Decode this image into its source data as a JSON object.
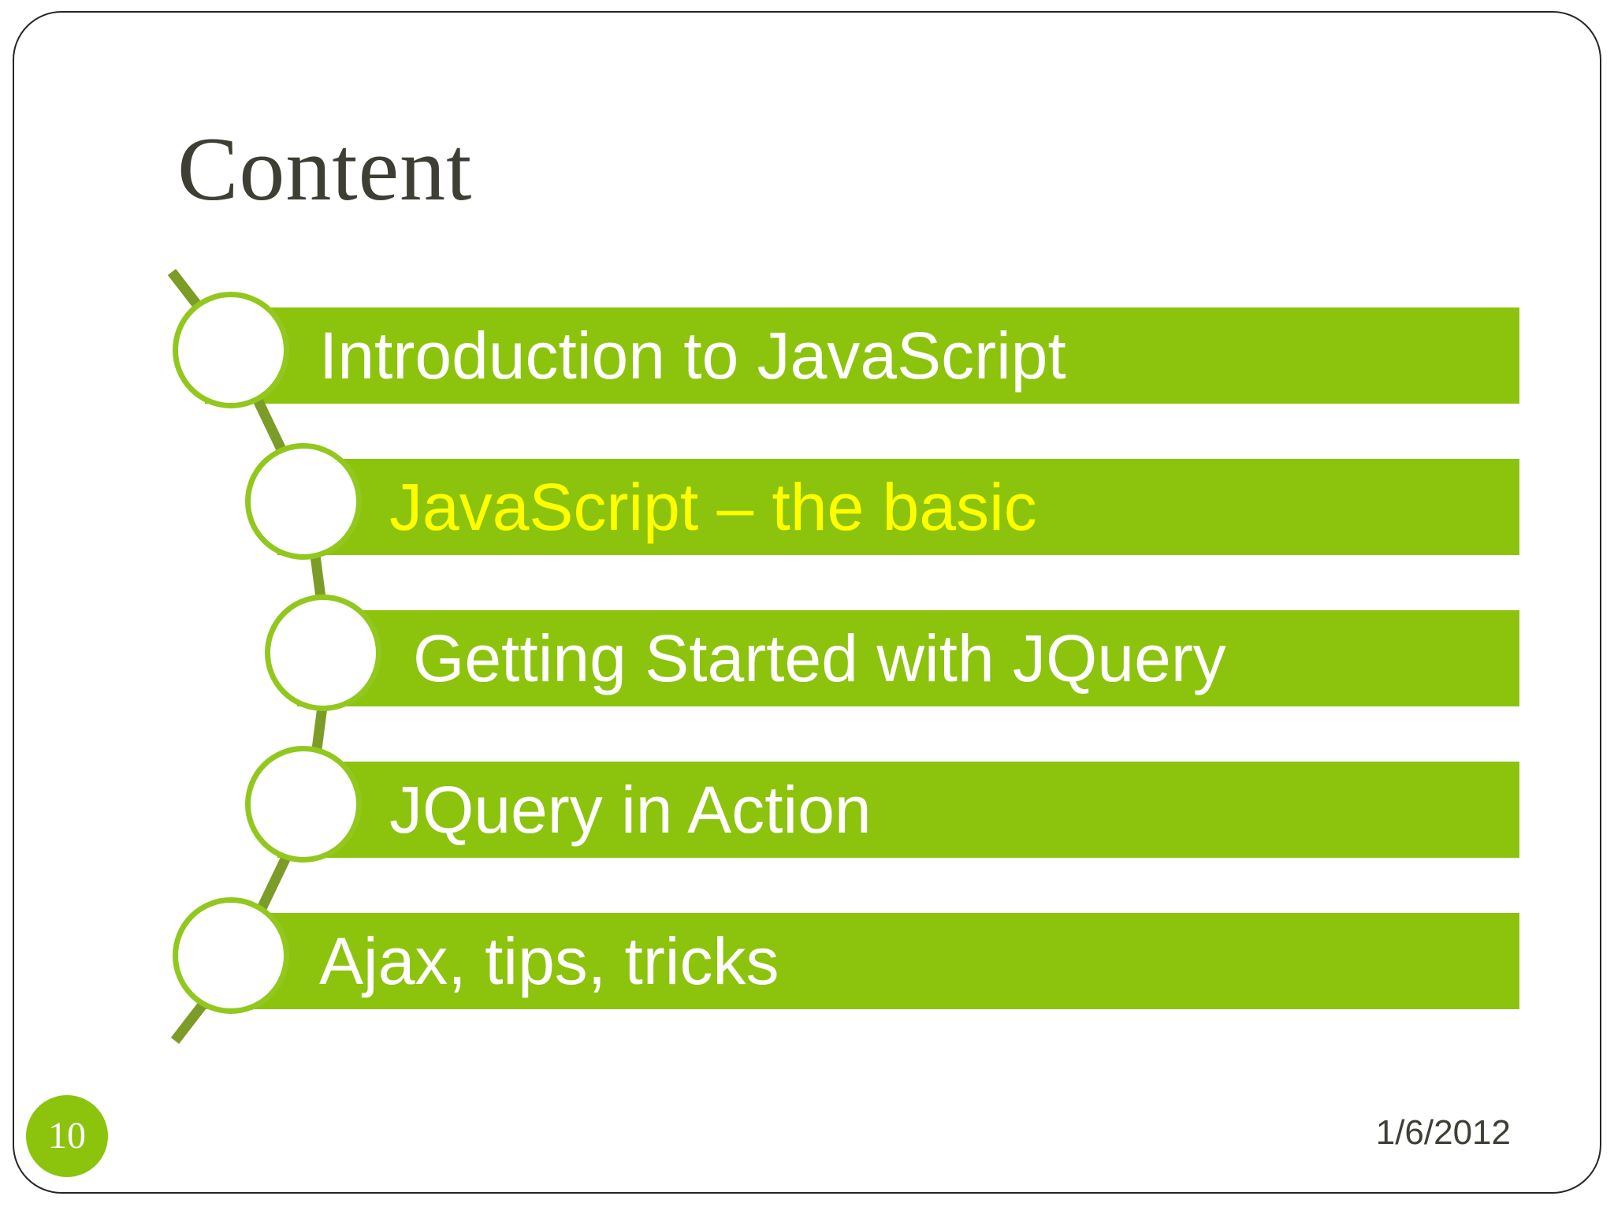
{
  "slide": {
    "title": "Content",
    "page_number": "10",
    "date": "1/6/2012",
    "items": [
      {
        "label": "Introduction to JavaScript",
        "highlighted": false
      },
      {
        "label": "JavaScript – the basic",
        "highlighted": true
      },
      {
        "label": "Getting Started with JQuery",
        "highlighted": false
      },
      {
        "label": "JQuery in Action",
        "highlighted": false
      },
      {
        "label": "Ajax, tips, tricks",
        "highlighted": false
      }
    ],
    "colors": {
      "bar_green": "#8cc30d",
      "circle_border_green": "#92c81e",
      "connector_green": "#7c9c28",
      "badge_green": "#8cc30d",
      "bar_text": "#ffffff",
      "highlight_text": "#ffff00",
      "title_text": "#3e3e34",
      "date_text": "#3f3f37",
      "frame_border": "#262626"
    }
  }
}
